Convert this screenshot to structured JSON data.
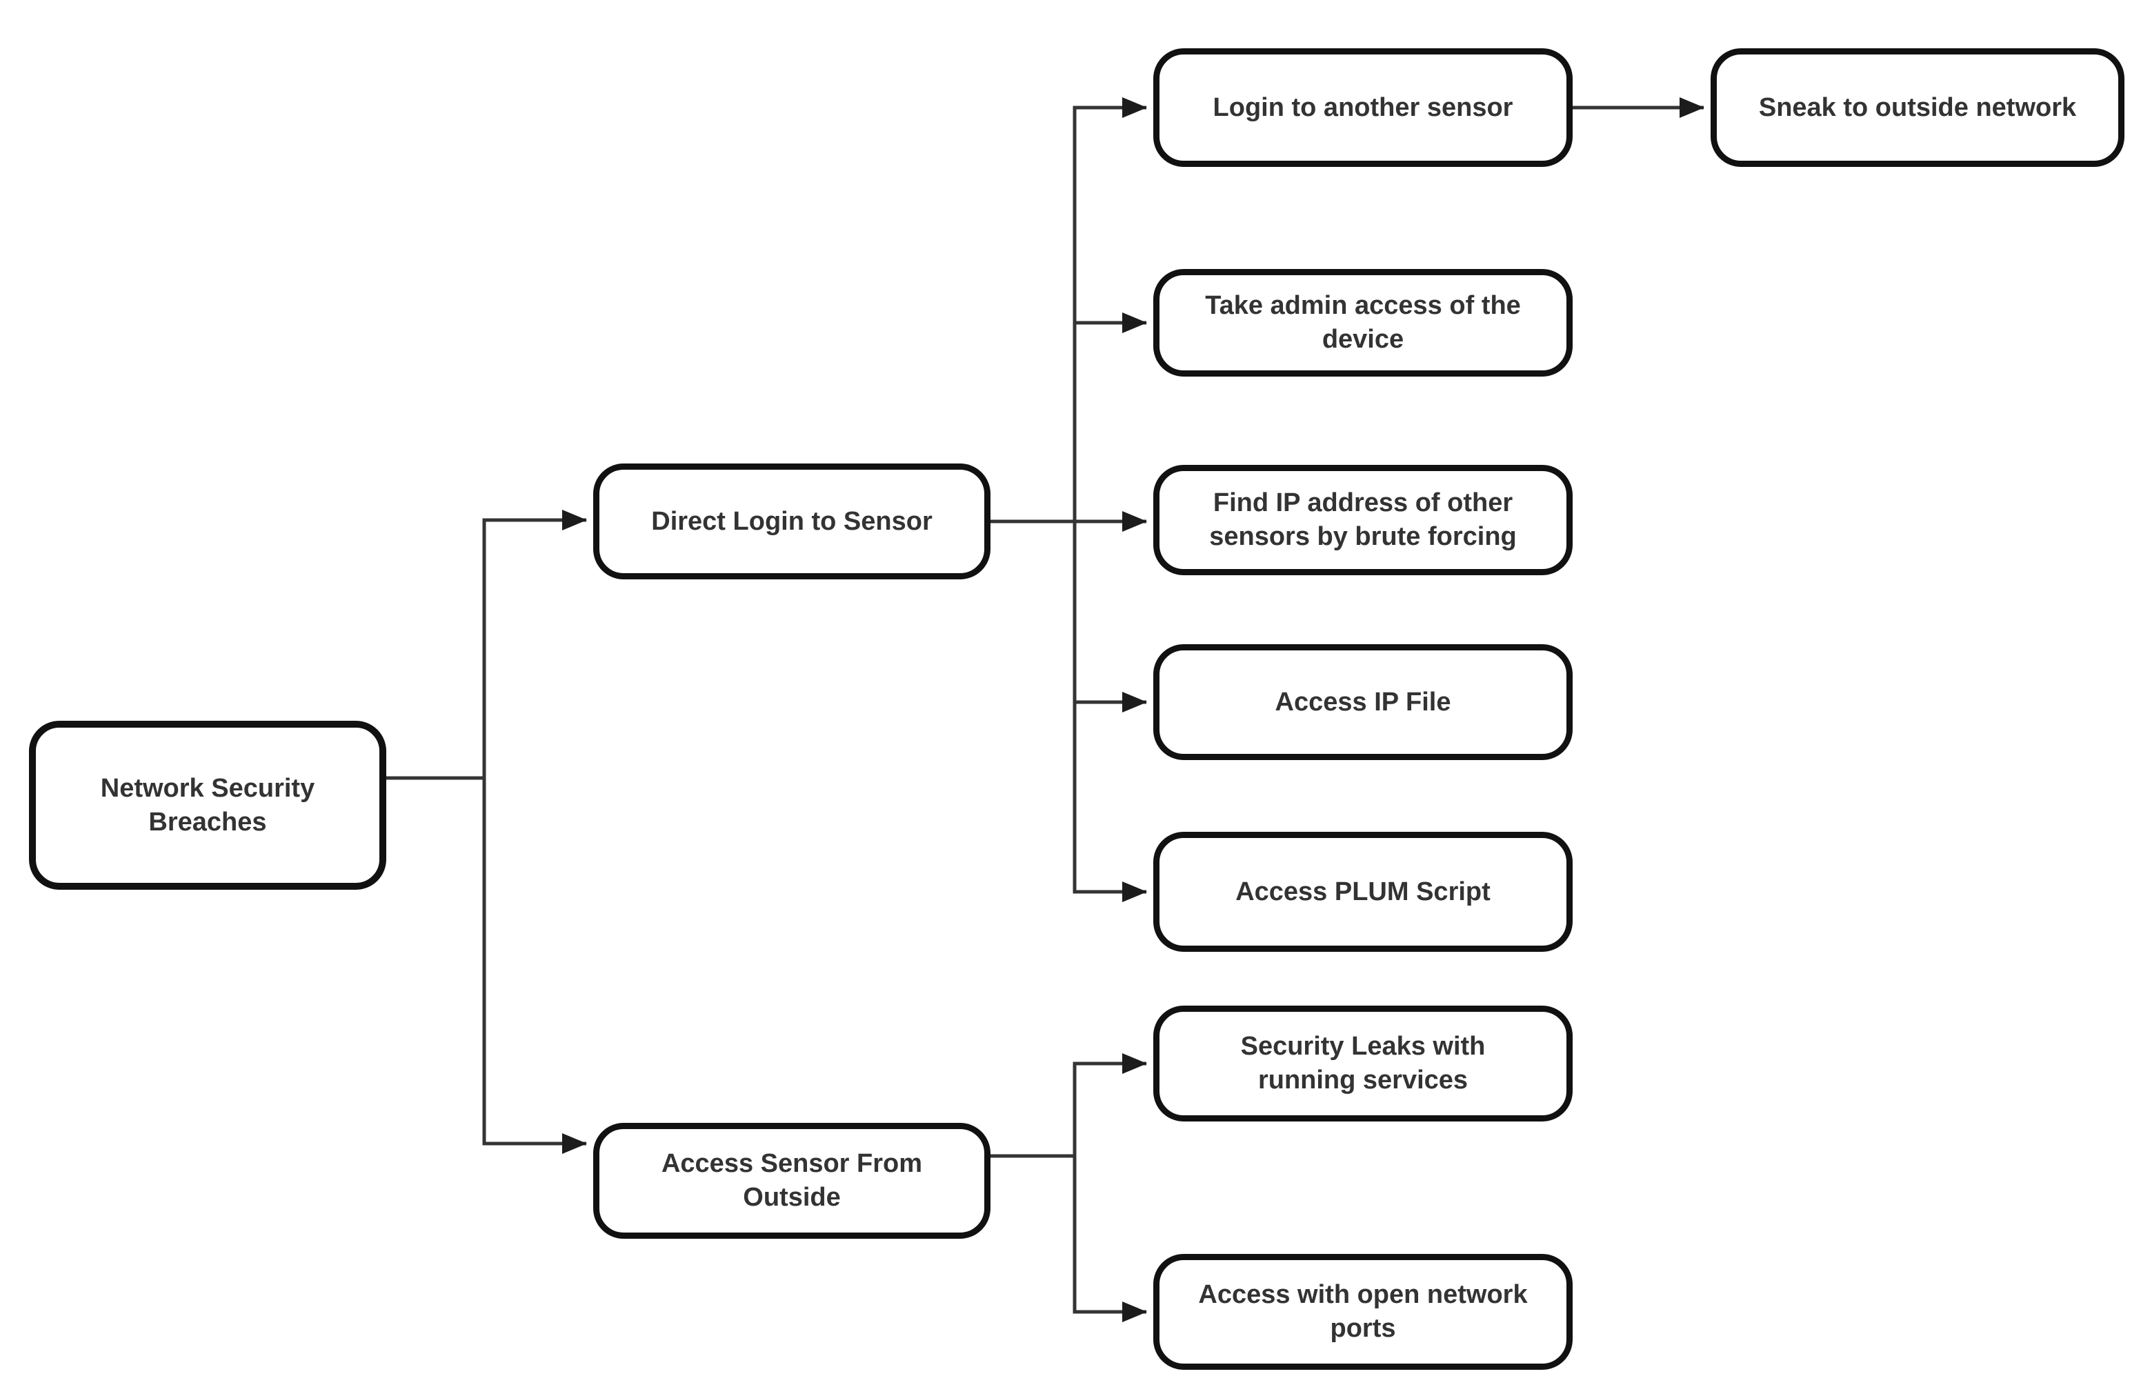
{
  "diagram": {
    "title": "Network Security Breaches attack tree",
    "type": "flowchart",
    "colors": {
      "background": "#ffffff",
      "box_fill": "#ffffff",
      "box_border": "#111111",
      "text": "#333333",
      "connector": "#343434",
      "arrowhead": "#1c1c1c"
    },
    "nodes": [
      {
        "id": "network-security-breaches",
        "label": "Network Security\nBreaches"
      },
      {
        "id": "direct-login-to-sensor",
        "label": "Direct Login to Sensor"
      },
      {
        "id": "access-sensor-from-outside",
        "label": "Access Sensor From\nOutside"
      },
      {
        "id": "login-to-another-sensor",
        "label": "Login to another sensor"
      },
      {
        "id": "sneak-to-outside-network",
        "label": "Sneak to outside network"
      },
      {
        "id": "take-admin-access-of-the-device",
        "label": "Take admin access of the\ndevice"
      },
      {
        "id": "find-ip-address-of-other-sensors",
        "label": "Find IP address of other\nsensors by brute forcing"
      },
      {
        "id": "access-ip-file",
        "label": "Access IP File"
      },
      {
        "id": "access-plum-script",
        "label": "Access PLUM Script"
      },
      {
        "id": "security-leaks-with-running-services",
        "label": "Security Leaks with\nrunning services"
      },
      {
        "id": "access-with-open-network-ports",
        "label": "Access with open network\nports"
      }
    ],
    "edges": [
      {
        "from": "network-security-breaches",
        "to": "direct-login-to-sensor"
      },
      {
        "from": "network-security-breaches",
        "to": "access-sensor-from-outside"
      },
      {
        "from": "direct-login-to-sensor",
        "to": "login-to-another-sensor"
      },
      {
        "from": "direct-login-to-sensor",
        "to": "take-admin-access-of-the-device"
      },
      {
        "from": "direct-login-to-sensor",
        "to": "find-ip-address-of-other-sensors"
      },
      {
        "from": "direct-login-to-sensor",
        "to": "access-ip-file"
      },
      {
        "from": "direct-login-to-sensor",
        "to": "access-plum-script"
      },
      {
        "from": "login-to-another-sensor",
        "to": "sneak-to-outside-network"
      },
      {
        "from": "access-sensor-from-outside",
        "to": "security-leaks-with-running-services"
      },
      {
        "from": "access-sensor-from-outside",
        "to": "access-with-open-network-ports"
      }
    ]
  }
}
